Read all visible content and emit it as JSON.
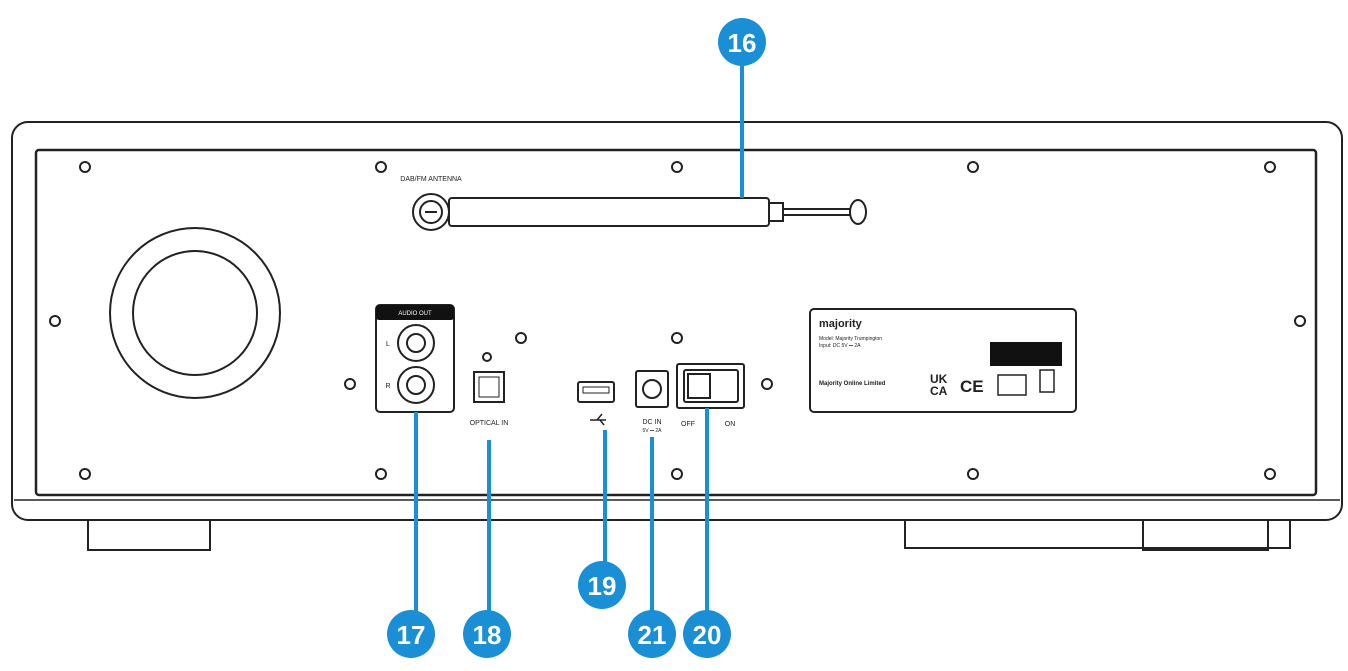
{
  "figure": {
    "antenna_label": "DAB/FM ANTENNA",
    "audio_out_label": "AUDIO OUT",
    "audio_channel_l": "L",
    "audio_channel_r": "R",
    "optical_label": "OPTICAL IN",
    "dc_label": "DC IN",
    "dc_rating": "5V ⎓ 2A",
    "switch_off_label": "OFF",
    "switch_on_label": "ON",
    "usb_symbol": "USB",
    "rating_label": {
      "brand": "majority",
      "lines": [
        "Model: Majority Trumpington",
        "Input: DC 5V ⎓ 2A"
      ],
      "company": "Majority Online Limited"
    }
  },
  "callouts": [
    {
      "number": "16"
    },
    {
      "number": "17"
    },
    {
      "number": "18"
    },
    {
      "number": "19"
    },
    {
      "number": "20"
    },
    {
      "number": "21"
    }
  ],
  "colors": {
    "callout": "#1a8fd6",
    "outline": "#222222",
    "background": "#ffffff"
  }
}
